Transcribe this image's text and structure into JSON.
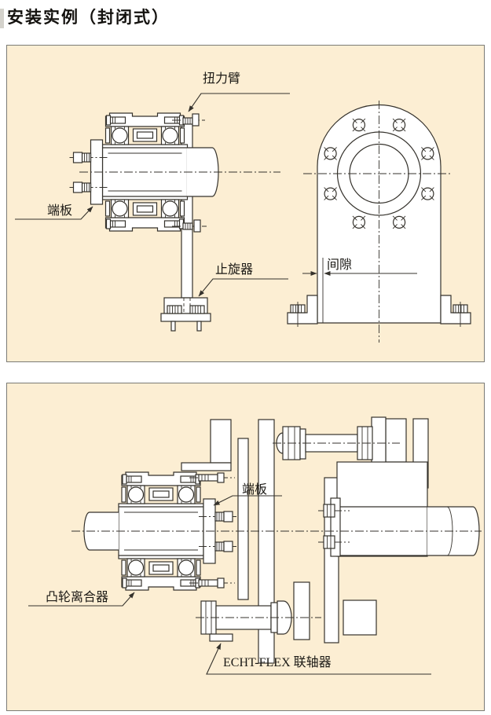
{
  "page": {
    "title": "安装实例（封闭式）"
  },
  "colors": {
    "panel_background": "#FCEED3",
    "panel_border": "#7B7B76",
    "drawing_line": "#35322C",
    "part_fill": "#FFFFFF",
    "text": "#1B1915"
  },
  "top_panel": {
    "labels": {
      "torque_arm": "扭力臂",
      "end_plate": "端板",
      "rotation_stopper": "止旋器",
      "clearance": "间隙"
    }
  },
  "bottom_panel": {
    "labels": {
      "end_plate": "端板",
      "cam_clutch": "凸轮离合器",
      "coupling": "ECHT-FLEX 联轴器"
    }
  }
}
